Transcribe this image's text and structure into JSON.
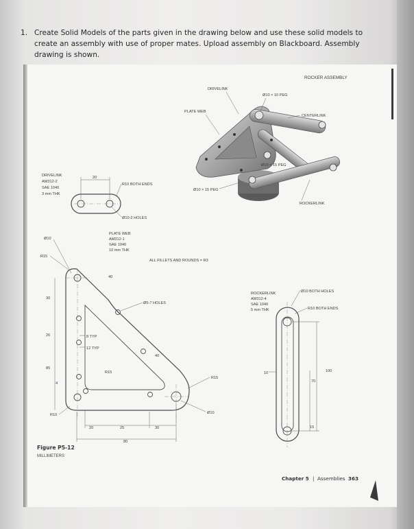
{
  "question": {
    "number": "1.",
    "text": "Create Solid Models of the parts given in the drawing below and use these solid models to create an assembly with use of proper mates. Upload assembly on Blackboard. Assembly drawing is shown."
  },
  "assembly": {
    "title": "ROCKER ASSEMBLY",
    "callouts": {
      "drivelink": "DRIVELINK",
      "peg_top": "Ø10 × 10 PEG",
      "plate_web": "PLATE WEB",
      "centerlink": "CENTERLINK",
      "peg_mid": "Ø10 × 15 PEG",
      "peg_low": "Ø10 × 15 PEG",
      "rockerlink": "ROCKERLINK"
    }
  },
  "drivelink": {
    "lines": [
      "DRIVELINK",
      "AM312-2",
      "SAE 1040",
      "3 mm THK"
    ],
    "dim_length": "20",
    "note_ends": "R10 BOTH ENDS",
    "note_holes": "Ø10-2 HOLES"
  },
  "plateweb": {
    "lines": [
      "PLATE WEB",
      "AM312-1",
      "SAE 1040",
      "10 mm THK"
    ],
    "fillets_note": "ALL FILLETS AND ROUNDS = R3",
    "dims": {
      "d10": "Ø10",
      "r15_left": "R15",
      "h40": "40",
      "v30": "30",
      "holes": "Ø5-7 HOLES",
      "v26": "26",
      "typ8": "8 TYP",
      "typ12": "12 TYP",
      "v85": "85",
      "r40": "40",
      "r15_in": "R15",
      "r15_right": "R15",
      "v4": "4",
      "d10_low": "Ø10",
      "r10": "R10",
      "h20": "20",
      "h25": "25",
      "h30": "30",
      "h80": "80"
    }
  },
  "rockerlink": {
    "lines": [
      "ROCKERLINK",
      "AM312-4",
      "SAE 1040",
      "5 mm THK"
    ],
    "note_holes": "Ø10 BOTH HOLES",
    "note_ends": "R10 BOTH ENDS",
    "dim_w": "10",
    "dim_h100": "100",
    "dim_h70": "70",
    "dim_15": "15"
  },
  "figure": {
    "label": "Figure P5-12",
    "units": "MILLIMETERS"
  },
  "footer": {
    "chapter": "Chapter 5",
    "separator": "|",
    "section": "Assemblies",
    "page": "363"
  }
}
